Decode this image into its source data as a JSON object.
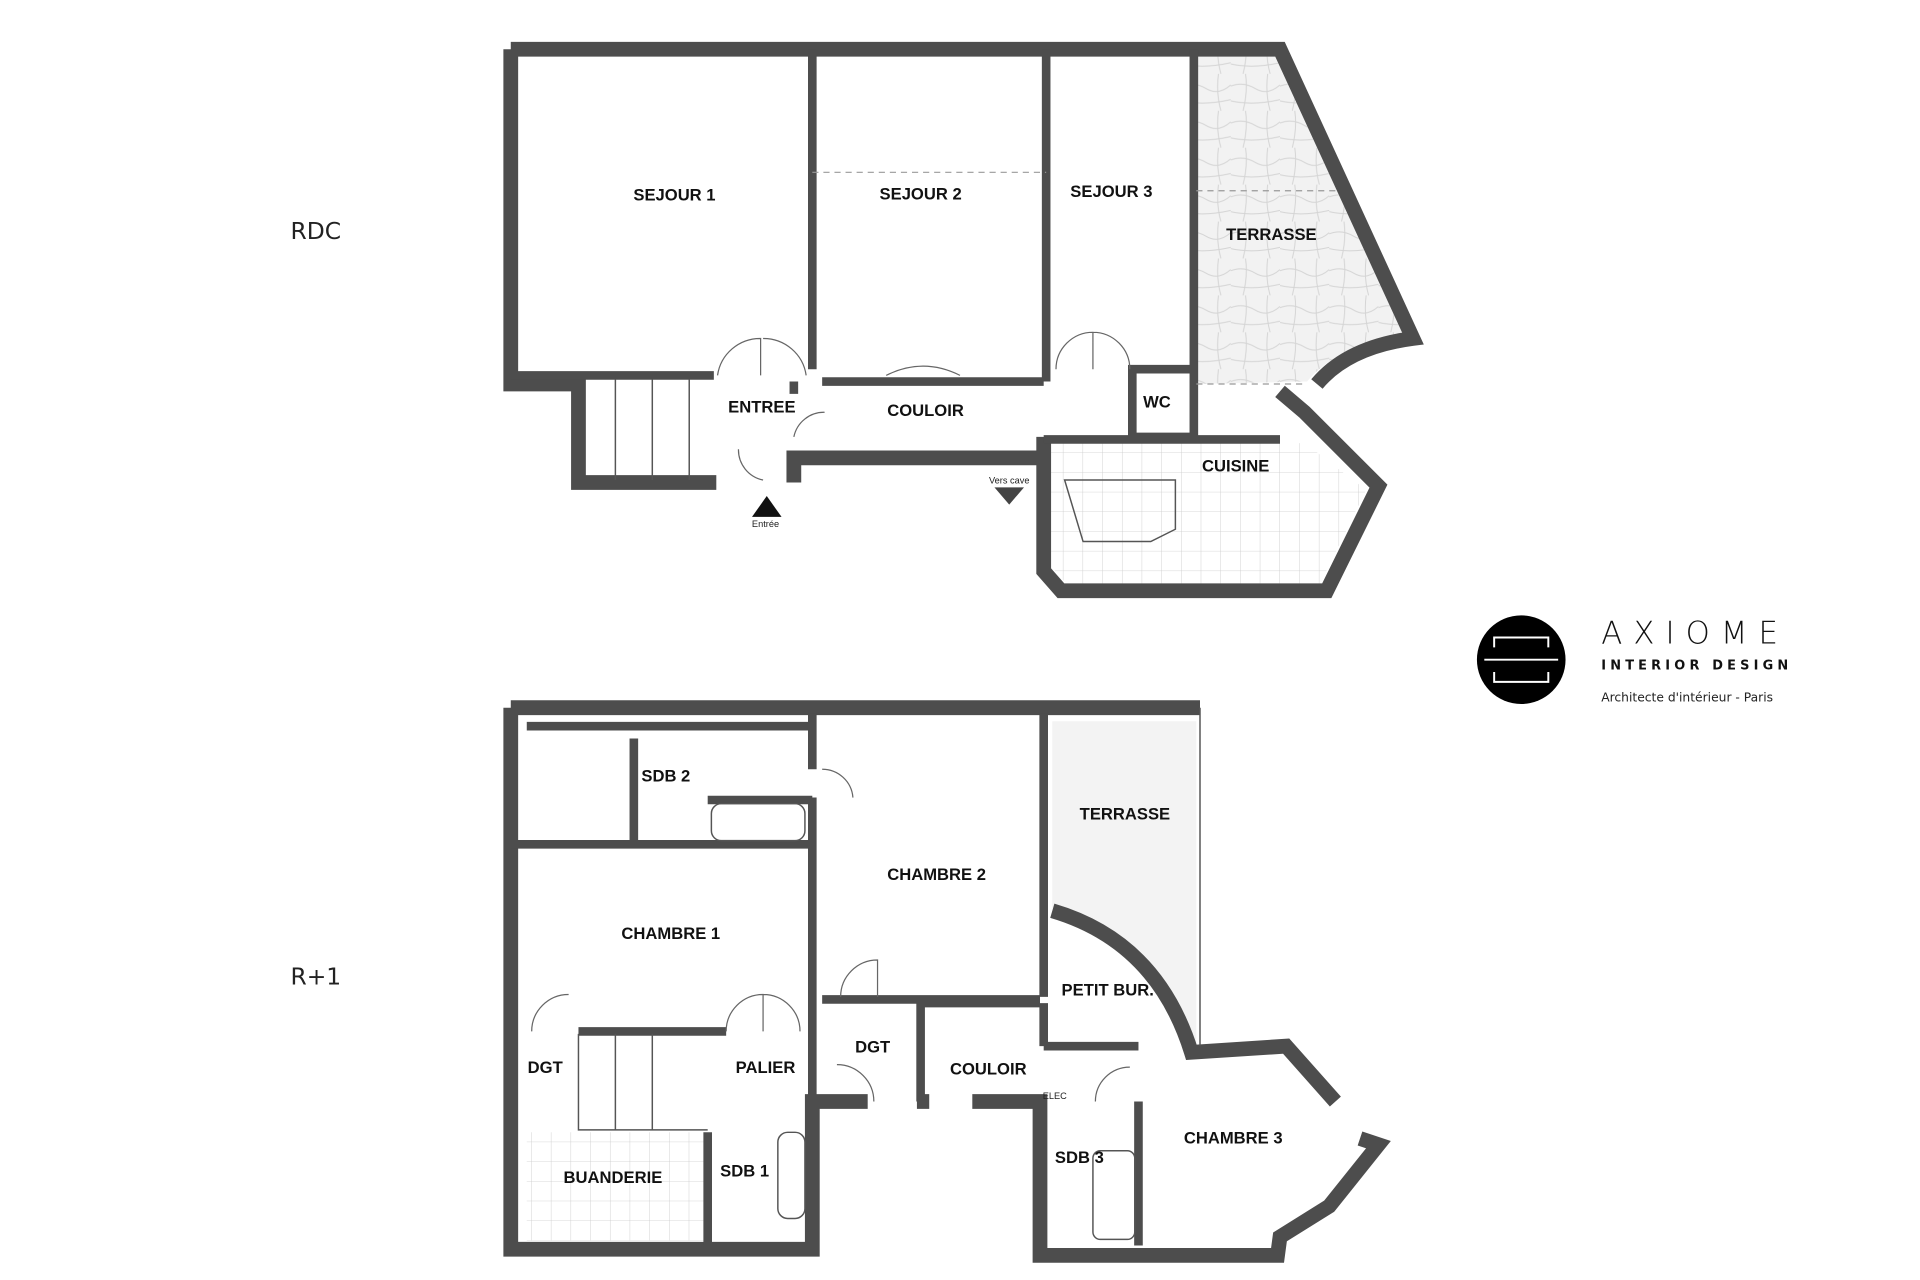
{
  "levels": {
    "ground": "RDC",
    "first": "R+1"
  },
  "ground_floor": {
    "rooms": [
      "SEJOUR 1",
      "SEJOUR 2",
      "SEJOUR 3",
      "TERRASSE",
      "ENTREE",
      "COULOIR",
      "WC",
      "CUISINE"
    ],
    "entrance_label": "Entrée",
    "cellar_label": "Vers cave"
  },
  "first_floor": {
    "rooms": [
      "SDB 2",
      "CHAMBRE 2",
      "TERRASSE",
      "CHAMBRE 1",
      "PETIT BUR.",
      "DGT",
      "PALIER",
      "DGT",
      "COULOIR",
      "CHAMBRE 3",
      "SDB 3",
      "BUANDERIE",
      "SDB 1"
    ],
    "elec_label": "ELEC"
  },
  "logo": {
    "name": "AXIOME",
    "subtitle": "INTERIOR DESIGN",
    "tagline": "Architecte d'intérieur - Paris"
  },
  "colors": {
    "wall": "#4d4d4d",
    "logo": "#000000",
    "background": "#ffffff"
  }
}
